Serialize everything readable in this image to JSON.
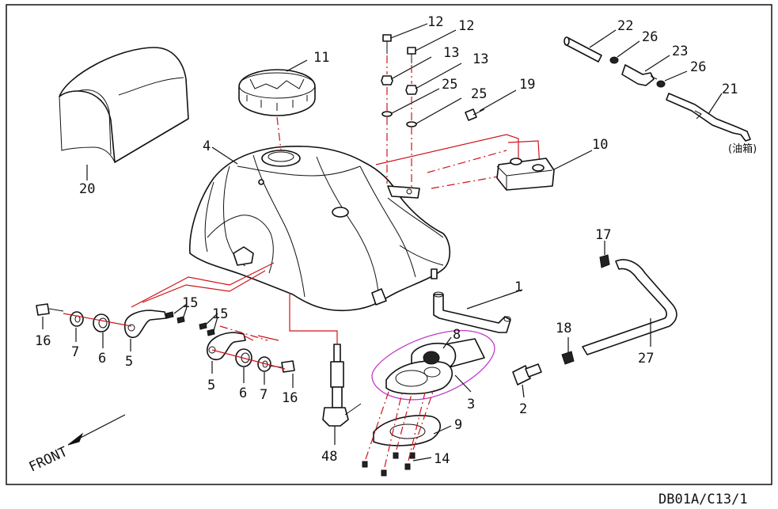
{
  "diagram": {
    "code": "DB01A/C13/1",
    "front_label": "FRONT",
    "fuel_tank_note": "(油箱)",
    "callouts": {
      "p1": "1",
      "p2": "2",
      "p3": "3",
      "p4": "4",
      "p5a": "5",
      "p5b": "5",
      "p6a": "6",
      "p6b": "6",
      "p7a": "7",
      "p7b": "7",
      "p8": "8",
      "p9": "9",
      "p10": "10",
      "p11": "11",
      "p12a": "12",
      "p12b": "12",
      "p13a": "13",
      "p13b": "13",
      "p14": "14",
      "p15a": "15",
      "p15b": "15",
      "p16a": "16",
      "p16b": "16",
      "p17": "17",
      "p18": "18",
      "p19": "19",
      "p20": "20",
      "p21": "21",
      "p22": "22",
      "p23": "23",
      "p25a": "25",
      "p25b": "25",
      "p26a": "26",
      "p26b": "26",
      "p27": "27",
      "p48": "48"
    }
  }
}
